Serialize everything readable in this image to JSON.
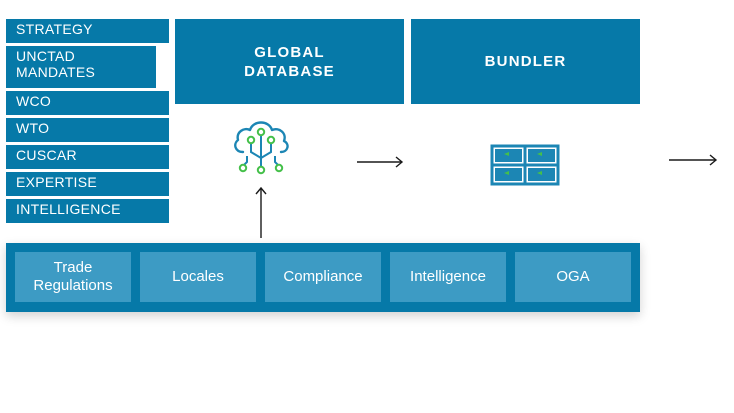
{
  "stack": {
    "items": [
      "STRATEGY",
      "UNCTAD MANDATES",
      "WCO",
      "WTO",
      "CUSCAR",
      "EXPERTISE",
      "INTELLIGENCE"
    ]
  },
  "global_database": {
    "label": "GLOBAL DATABASE",
    "icon": "cloud-network-icon"
  },
  "bundler": {
    "label": "BUNDLER",
    "icon": "grid-bundle-icon"
  },
  "bottom_bar": {
    "cells": [
      "Trade Regulations",
      "Locales",
      "Compliance",
      "Intelligence",
      "OGA"
    ]
  },
  "colors": {
    "primary": "#0679a8",
    "cell": "#3d9bc4",
    "accent_green": "#45c04a",
    "icon_blue": "#1c86b4"
  }
}
